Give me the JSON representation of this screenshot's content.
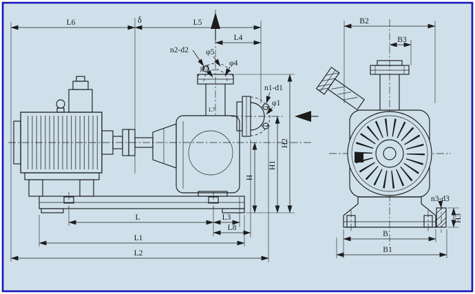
{
  "colors": {
    "bg": "#cfe0ea",
    "frame": "#1414bc",
    "line": "#1c1c1c"
  },
  "labels": {
    "L6": "L6",
    "delta": "δ",
    "L5": "L5",
    "L4": "L4",
    "n2d2": "n2-d2",
    "phi5": "φ5",
    "phi3": "φ3",
    "phi4": "φ4",
    "n1d1": "n1-d1",
    "phi1": "φ1",
    "L7": "L7",
    "H2": "H2",
    "H1": "H1",
    "H": "H",
    "L": "L",
    "L3": "L3",
    "L8": "L8",
    "L1": "L1",
    "L2": "L2",
    "B2": "B2",
    "B3": "B3",
    "B": "B",
    "B1": "B1",
    "n3d3": "n3-d3",
    "H3": "H3"
  }
}
